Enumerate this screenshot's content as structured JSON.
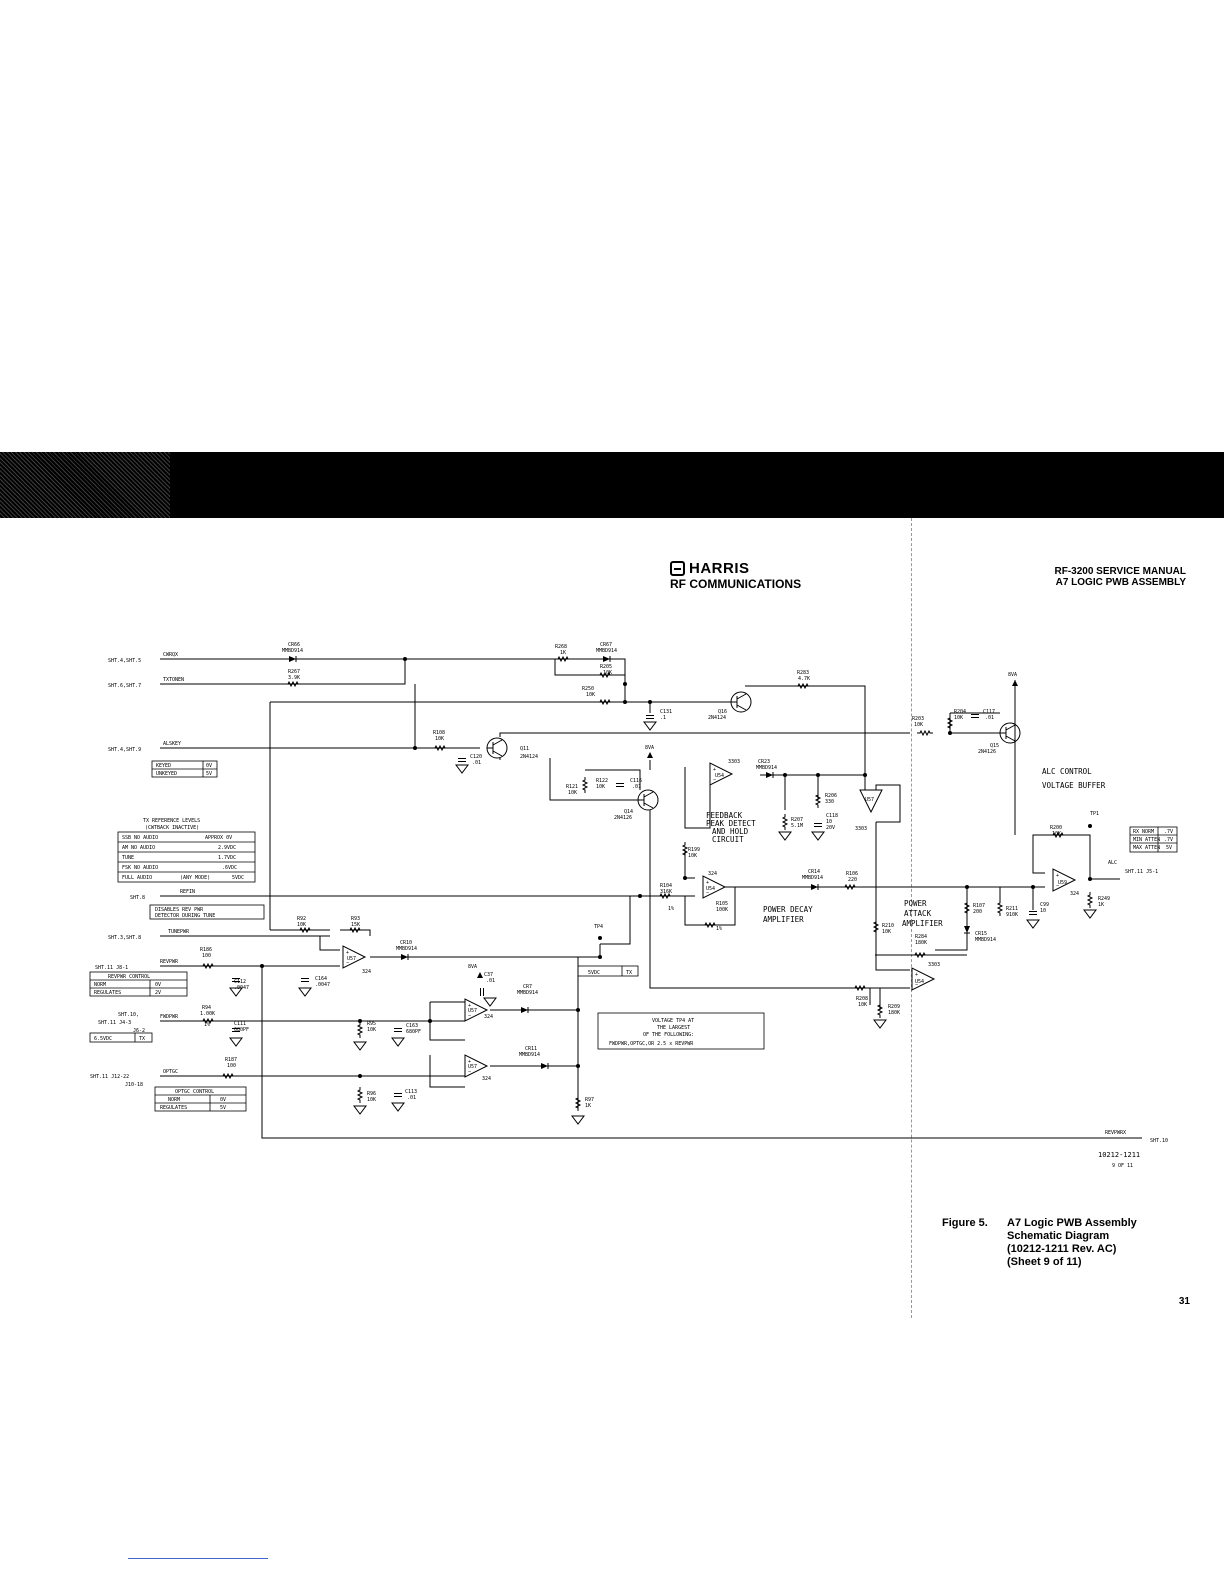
{
  "header": {
    "brand": "HARRIS",
    "brand_sub": "RF COMMUNICATIONS",
    "manual_line1": "RF-3200 SERVICE MANUAL",
    "manual_line2": "A7 LOGIC PWB ASSEMBLY"
  },
  "figure": {
    "number": "Figure 5.",
    "line1": "A7 Logic PWB Assembly",
    "line2": "Schematic Diagram",
    "line3": "(10212-1211 Rev. AC)",
    "line4": "(Sheet 9 of 11)"
  },
  "page_number": "31",
  "schematic": {
    "drawing_number": "10212-1211",
    "sheet": "9 OF 11",
    "sheet_refs": {
      "s45": "SHT.4,SHT.5",
      "s67": "SHT.6,SHT.7",
      "s49": "SHT.4,SHT.9",
      "s8": "SHT.8",
      "s38": "SHT.3,SHT.8",
      "s11j8": "SHT.11 J8-1",
      "s10": "SHT.10,",
      "s11j4": "SHT.11 J4-3",
      "j62": "J6-2",
      "s11j12": "SHT.11 J12-22",
      "j1018": "J10-18",
      "s11j5": "SHT.11 J5-1",
      "s10r": "SHT.10"
    },
    "signals": {
      "cwrqx": "CWRQX",
      "txtonen": "TXTONEN",
      "alskey": "ALSKEY",
      "refin": "REFIN",
      "tunepwr": "TUNEPWR",
      "revpwr": "REVPWR",
      "fwdpwr": "FWDPWR",
      "optgc": "OPTGC",
      "alc": "ALC",
      "revpwrx": "REVPWRX",
      "vcc": "8VA",
      "tp1": "TP1",
      "tp4": "TP4"
    },
    "components": {
      "cr66": "CR66",
      "cr66v": "MMBD914",
      "r267": "R267",
      "r267v": "3.9K",
      "r268": "R268",
      "r268v": "1K",
      "cr67": "CR67",
      "cr67v": "MMBD914",
      "r205": "R205",
      "r205v": "10K",
      "r250": "R250",
      "r250v": "10K",
      "c131": "C131",
      "c131v": ".1",
      "q16": "Q16",
      "q16v": "2N4124",
      "r283": "R283",
      "r283v": "4.7K",
      "r108": "R108",
      "r108v": "10K",
      "c120": "C120",
      "c120v": ".01",
      "q11": "Q11",
      "q11v": "2N4124",
      "r121": "R121",
      "r121v": "10K",
      "r122": "R122",
      "r122v": "10K",
      "c116": "C116",
      "c116v": ".01",
      "q14": "Q14",
      "q14v": "2N4126",
      "cr23": "CR23",
      "cr23v": "MMBD914",
      "r206": "R206",
      "r206v": "330",
      "r207": "R207",
      "r207v": "5.1M",
      "c118": "C118",
      "c118v": "10",
      "c118v2": "20V",
      "u57a": "U57",
      "u54a": "U54",
      "r199": "R199",
      "r199v": "10K",
      "r104": "R104",
      "r104v": "316K",
      "r105": "R105",
      "r105v": "100K",
      "cr14": "CR14",
      "cr14v": "MMBD914",
      "r106": "R106",
      "r106v": "220",
      "r203": "R203",
      "r203v": "10K",
      "r204": "R204",
      "r204v": "10K",
      "c117": "C117",
      "c117v": ".01",
      "q15": "Q15",
      "q15v": "2N4126",
      "r200": "R200",
      "r200v": "10K",
      "u59": "U59",
      "r249": "R249",
      "r249v": "1K",
      "r107": "R107",
      "r107v": "200",
      "r211": "R211",
      "r211v": "910K",
      "c99": "C99",
      "c99v": "10",
      "r210": "R210",
      "r210v": "10K",
      "r284": "R284",
      "r284v": "180K",
      "cr15": "CR15",
      "cr15v": "MMBD914",
      "r208": "R208",
      "r208v": "10K",
      "r209": "R209",
      "r209v": "180K",
      "r92": "R92",
      "r92v": "10K",
      "r93": "R93",
      "r93v": "15K",
      "cr10": "CR10",
      "cr10v": "MMBD914",
      "r186": "R186",
      "r186v": "100",
      "c112": "C112",
      "c112v": ".0047",
      "c164": "C164",
      "c164v": ".0047",
      "r94": "R94",
      "r94v": "1.00K",
      "c111": "C111",
      "c111v": "680PF",
      "r95": "R95",
      "r95v": "10K",
      "c163": "C163",
      "c163v": "680PF",
      "c37": "C37",
      "c37v": ".01",
      "cr7": "CR7",
      "cr7v": "MMBD914",
      "r187": "R187",
      "r187v": "100",
      "cr11": "CR11",
      "cr11v": "MMBD914",
      "r96": "R96",
      "r96v": "10K",
      "c113": "C113",
      "c113v": ".01",
      "r97": "R97",
      "r97v": "1K",
      "u324": "324",
      "u3303": "3303",
      "pct": "1%"
    },
    "tables": {
      "keyed": [
        [
          "KEYED",
          "0V"
        ],
        [
          "UNKEYED",
          "5V"
        ]
      ],
      "txref_title": "TX REFERENCE LEVELS",
      "txref_sub": "(CWTBACK INACTIVE)",
      "txref": [
        [
          "SSB NO AUDIO",
          "APPROX 0V"
        ],
        [
          "AM NO AUDIO",
          "2.9VDC"
        ],
        [
          "TUNE",
          "1.7VDC"
        ],
        [
          "FSK NO AUDIO",
          ".6VDC"
        ],
        [
          "FULL AUDIO",
          "(ANY MODE)",
          "5VDC"
        ]
      ],
      "disables_line1": "DISABLES REV PWR",
      "disables_line2": "DETECTOR DURING TUNE",
      "revpwr_title": "REVPWR CONTROL",
      "revpwr": [
        [
          "NORM",
          "0V"
        ],
        [
          "REGULATES",
          "2V"
        ]
      ],
      "fwd_box": [
        "6.5VDC",
        "TX"
      ],
      "tp4_box": [
        "5VDC",
        "TX"
      ],
      "optgc_title": "OPTGC CONTROL",
      "optgc": [
        [
          "NORM",
          "0V"
        ],
        [
          "REGULATES",
          "5V"
        ]
      ],
      "rx": [
        [
          "RX NORM",
          ".7V"
        ],
        [
          "MIN ATTEN",
          ".7V"
        ],
        [
          "MAX ATTEN",
          "5V"
        ]
      ],
      "note_line1": "VOLTAGE TP4 AT",
      "note_line2": "THE LARGEST",
      "note_line3": "OF THE FOLLOWING:",
      "note_line4": "FWDPWR,OPTGC,OR 2.5 x REVPWR"
    },
    "blocks": {
      "feedback1": "FEEDBACK",
      "feedback2": "PEAK DETECT",
      "feedback3": "AND HOLD",
      "feedback4": "CIRCUIT",
      "decay1": "POWER DECAY",
      "decay2": "AMPLIFIER",
      "attack1": "POWER",
      "attack2": "ATTACK",
      "attack3": "AMPLIFIER",
      "alc1": "ALC CONTROL",
      "alc2": "VOLTAGE BUFFER"
    }
  }
}
